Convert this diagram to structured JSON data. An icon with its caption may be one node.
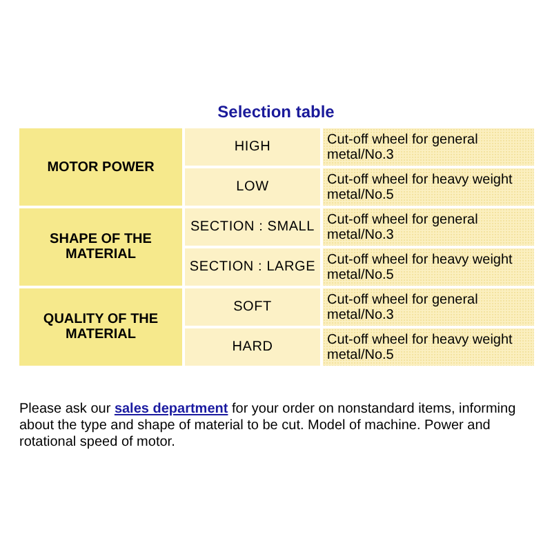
{
  "diagram": {
    "title": "Selection table",
    "labels": [
      "MOTOR POWER",
      "HIGH",
      "Cut-off wheel for general metal/No.3",
      "LOW",
      "Cut-off wheel for heavy weight metal/No.5",
      "SHAPE OF THE MATERIAL",
      "SECTION : SMALL",
      "Cut-off wheel for general metal/No.3",
      "SECTION : LARGE",
      "Cut-off wheel for heavy weight metal/No.5",
      "QUALITY OF THE MATERIAL",
      "SOFT",
      "Cut-off wheel for general metal/No.3",
      "HARD",
      "Cut-off wheel for heavy weight metal/No.5",
      "Please ask our **sales department** for your order on nonstandard items, informing about the type and shape of material to be cut. Model of machine. Power and rotational speed of motor."
    ]
  }
}
